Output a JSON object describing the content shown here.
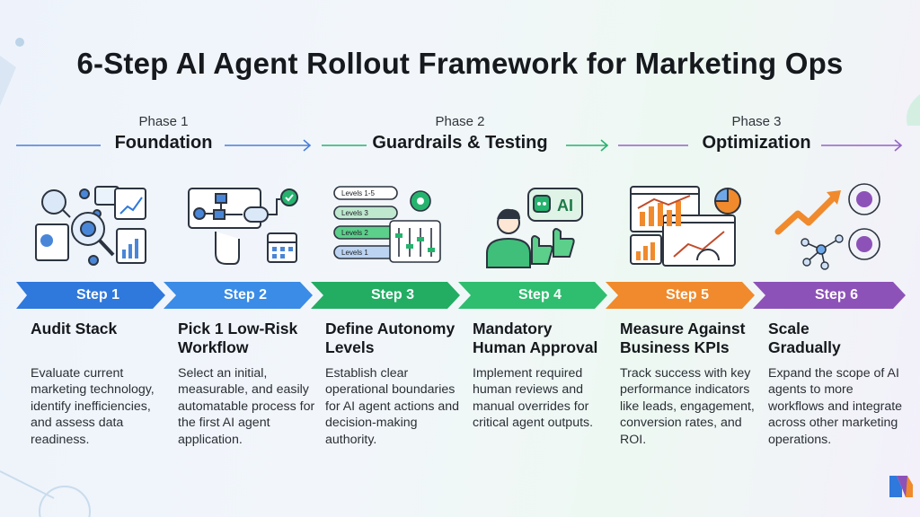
{
  "title": "6-Step AI Agent Rollout Framework for Marketing Ops",
  "phases": [
    {
      "number": "Phase 1",
      "name": "Foundation",
      "color": "#4a7fd6"
    },
    {
      "number": "Phase 2",
      "name": "Guardrails & Testing",
      "color": "#25b36e"
    },
    {
      "number": "Phase 3",
      "name": "Optimization",
      "color": "#9563c7"
    }
  ],
  "steps": [
    {
      "label": "Step 1",
      "title": "Audit Stack",
      "description": "Evaluate current marketing technology, identify inefficiencies, and assess data readiness.",
      "color": "#2f78dc",
      "icon": "audit-icon"
    },
    {
      "label": "Step 2",
      "title": "Pick 1 Low-Risk Workflow",
      "description": "Select an initial, measurable, and easily automatable process for the first AI agent application.",
      "color": "#3a8ce6",
      "icon": "workflow-icon"
    },
    {
      "label": "Step 3",
      "title": "Define Autonomy Levels",
      "description": "Establish clear operational boundaries for AI agent actions and decision-making authority.",
      "color": "#22ad63",
      "icon": "autonomy-levels-icon"
    },
    {
      "label": "Step 4",
      "title": "Mandatory Human Approval",
      "description": "Implement required human reviews and manual overrides for critical agent outputs.",
      "color": "#2fbd6f",
      "icon": "human-approval-icon"
    },
    {
      "label": "Step 5",
      "title": "Measure Against Business KPIs",
      "description": "Track success with key performance indicators like leads, engagement, conversion rates, and ROI.",
      "color": "#f08a2c",
      "icon": "kpi-dashboard-icon"
    },
    {
      "label": "Step 6",
      "title": "Scale Gradually",
      "description": "Expand the scope of AI agents to more workflows and integrate across other marketing operations.",
      "color": "#8d52b8",
      "icon": "scale-growth-icon"
    }
  ],
  "autonomy_levels": [
    "Levels 1-5",
    "Levels 3",
    "Levels 2",
    "Levels 1"
  ],
  "ai_badge": "AI"
}
